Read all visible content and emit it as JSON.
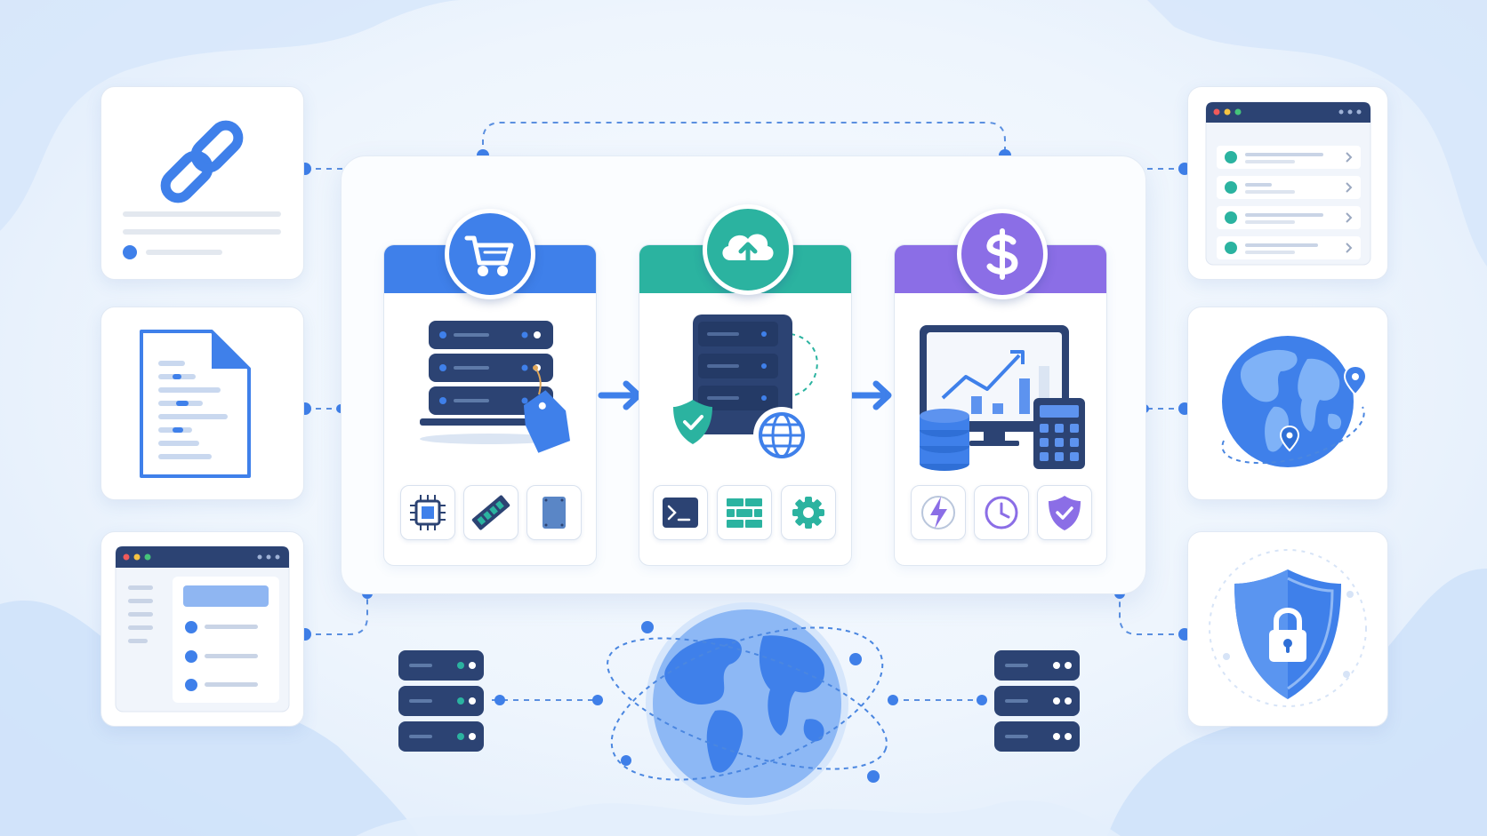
{
  "diagram": {
    "accent_blue": "#3f80ea",
    "accent_teal": "#2bb3a0",
    "accent_purple": "#8b6ee6",
    "server_navy": "#2c4373",
    "left_cards": [
      "link-icon",
      "document-icon",
      "dashboard-window-icon"
    ],
    "right_cards": [
      "list-window-icon",
      "globe-pins-icon",
      "shield-lock-icon"
    ],
    "stages": [
      {
        "badge_icon": "shopping-cart-icon",
        "illustration": "server-price-tag",
        "tools": [
          "cpu-chip-icon",
          "memory-stick-icon",
          "storage-drive-icon"
        ]
      },
      {
        "badge_icon": "cloud-upload-icon",
        "illustration": "server-shield-globe",
        "tools": [
          "terminal-icon",
          "firewall-icon",
          "gear-icon"
        ]
      },
      {
        "badge_icon": "dollar-icon",
        "illustration": "monitor-chart-calculator",
        "tools": [
          "lightning-icon",
          "clock-icon",
          "shield-check-icon"
        ]
      }
    ],
    "bottom": [
      "server-stack-left",
      "globe-network",
      "server-stack-right"
    ]
  }
}
